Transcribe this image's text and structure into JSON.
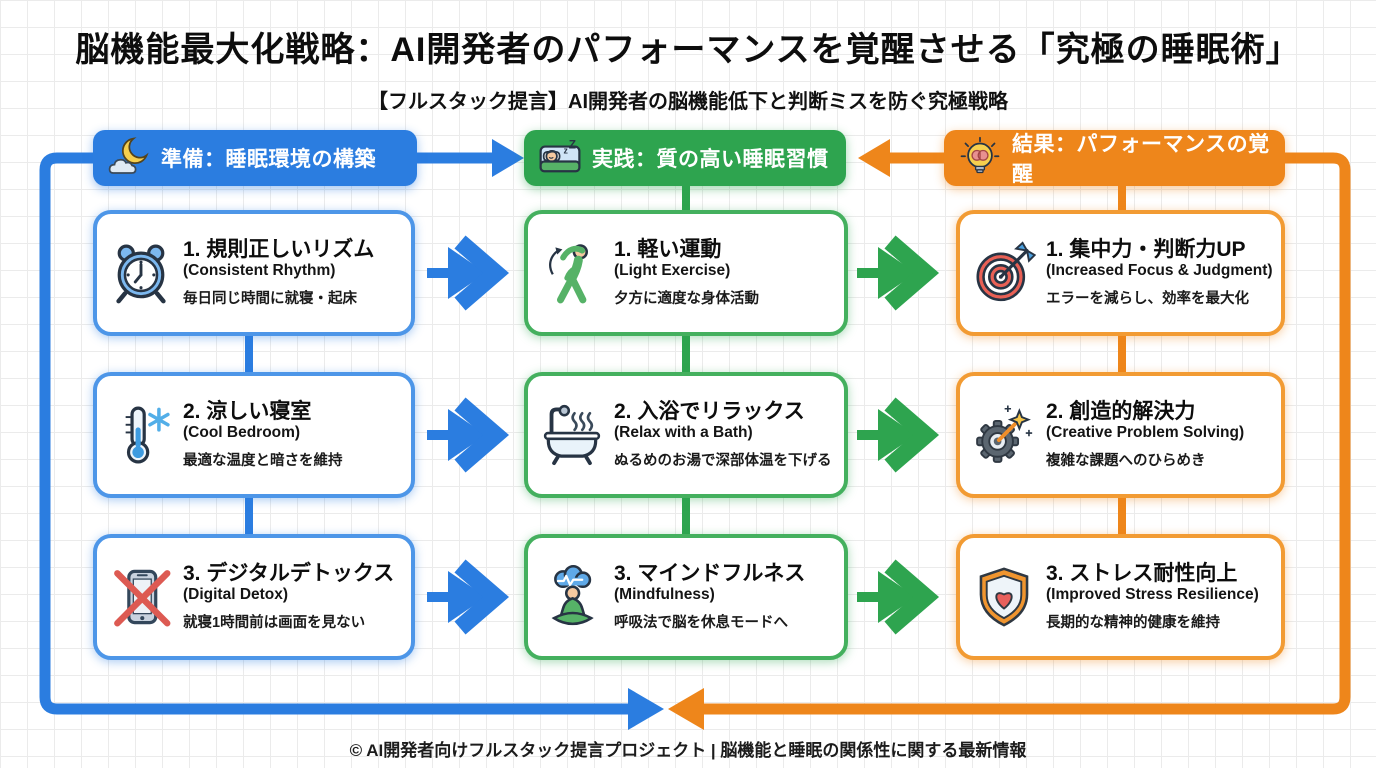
{
  "title": "脳機能最大化戦略：AI開発者のパフォーマンスを覚醒させる「究極の睡眠術」",
  "subtitle": "【フルスタック提言】AI開発者の脳機能低下と判断ミスを防ぐ究極戦略",
  "footer": "© AI開発者向けフルスタック提言プロジェクト | 脳機能と睡眠の関係性に関する最新情報",
  "colors": {
    "preparation_blue": "#2b7de0",
    "practice_green": "#2ea44f",
    "result_orange": "#ee861b",
    "grid_line": "#ebebeb",
    "text": "#0d0d0d"
  },
  "columns": [
    {
      "id": "preparation",
      "accent": "#2b7de0",
      "header": {
        "label": "準備：睡眠環境の構築",
        "icon": "moon-cloud-icon"
      },
      "cards": [
        {
          "icon": "alarm-clock-icon",
          "title": "1. 規則正しいリズム",
          "subtitle": "(Consistent Rhythm)",
          "description": "毎日同じ時間に就寝・起床"
        },
        {
          "icon": "thermometer-snowflake-icon",
          "title": "2. 涼しい寝室",
          "subtitle": "(Cool Bedroom)",
          "description": "最適な温度と暗さを維持"
        },
        {
          "icon": "no-phone-icon",
          "title": "3. デジタルデトックス",
          "subtitle": "(Digital Detox)",
          "description": "就寝1時間前は画面を見ない"
        }
      ]
    },
    {
      "id": "practice",
      "accent": "#2ea44f",
      "header": {
        "label": "実践：質の高い睡眠習慣",
        "icon": "sleeping-person-icon"
      },
      "cards": [
        {
          "icon": "stretching-person-icon",
          "title": "1. 軽い運動",
          "subtitle": "(Light Exercise)",
          "description": "夕方に適度な身体活動"
        },
        {
          "icon": "bathtub-icon",
          "title": "2. 入浴でリラックス",
          "subtitle": "(Relax with a Bath)",
          "description": "ぬるめのお湯で深部体温を下げる"
        },
        {
          "icon": "meditation-icon",
          "title": "3. マインドフルネス",
          "subtitle": "(Mindfulness)",
          "description": "呼吸法で脳を休息モードへ"
        }
      ]
    },
    {
      "id": "result",
      "accent": "#ee861b",
      "header": {
        "label": "結果：パフォーマンスの覚醒",
        "icon": "lightbulb-brain-icon"
      },
      "cards": [
        {
          "icon": "target-dart-icon",
          "title": "1. 集中力・判断力UP",
          "subtitle": "(Increased Focus & Judgment)",
          "description": "エラーを減らし、効率を最大化"
        },
        {
          "icon": "gear-sparkle-icon",
          "title": "2. 創造的解決力",
          "subtitle": "(Creative Problem Solving)",
          "description": "複雑な課題へのひらめき"
        },
        {
          "icon": "shield-heart-icon",
          "title": "3. ストレス耐性向上",
          "subtitle": "(Improved Stress Resilience)",
          "description": "長期的な精神的健康を維持"
        }
      ]
    }
  ]
}
